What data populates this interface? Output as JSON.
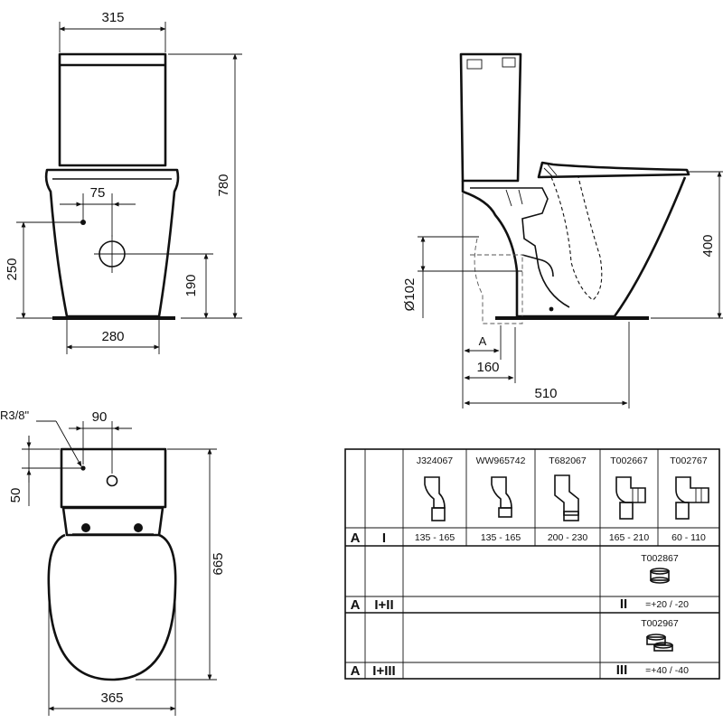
{
  "front_view": {
    "width_top": "315",
    "height_total": "780",
    "offset_75": "75",
    "height_250": "250",
    "height_190": "190",
    "base_width": "280"
  },
  "side_view": {
    "height_400": "400",
    "diameter": "Ø102",
    "label_a": "A",
    "depth_160": "160",
    "depth_510": "510"
  },
  "top_view": {
    "thread": "R3/8\"",
    "offset_90": "90",
    "offset_50": "50",
    "length_665": "665",
    "width_365": "365"
  },
  "table": {
    "codes": [
      "J324067",
      "WW965742",
      "T682067",
      "T002667",
      "T002767"
    ],
    "rows": [
      {
        "a": "A",
        "variant": "I",
        "ranges": [
          "135 - 165",
          "135 - 165",
          "200 - 230",
          "165 - 210",
          "60 - 110"
        ]
      },
      {
        "a": "A",
        "variant": "I+II",
        "ext_code": "T002867",
        "ext_label": "II",
        "ext_value": "=+20 / -20"
      },
      {
        "a": "A",
        "variant": "I+III",
        "ext_code": "T002967",
        "ext_label": "III",
        "ext_value": "=+40 / -40"
      }
    ]
  }
}
